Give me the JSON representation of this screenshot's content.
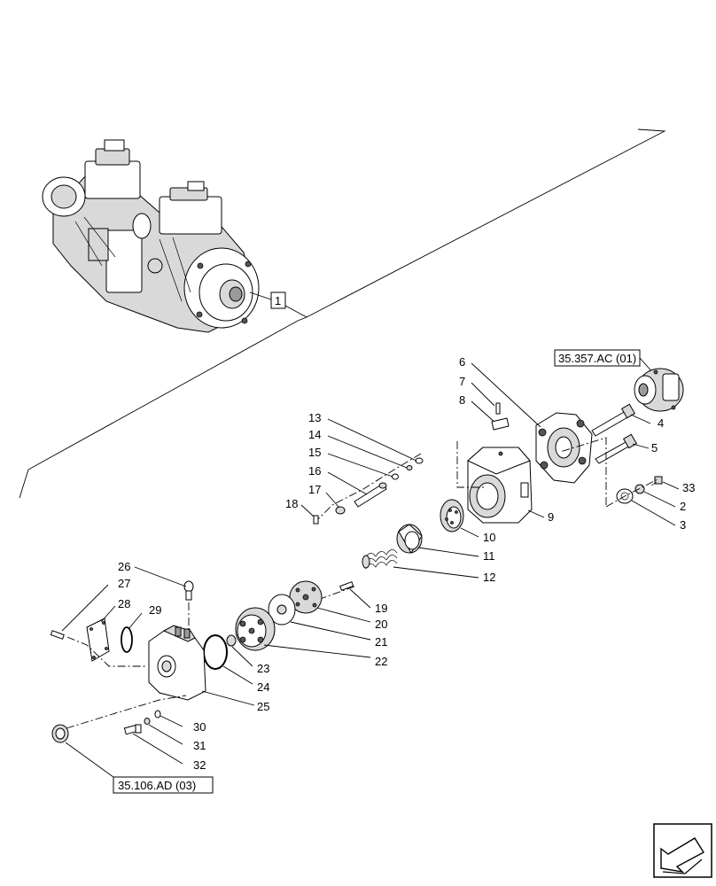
{
  "callouts": {
    "assembly": "1",
    "c2": "2",
    "c3": "3",
    "c4": "4",
    "c5": "5",
    "c6": "6",
    "c7": "7",
    "c8": "8",
    "c9": "9",
    "c10": "10",
    "c11": "11",
    "c12": "12",
    "c13": "13",
    "c14": "14",
    "c15": "15",
    "c16": "16",
    "c17": "17",
    "c18": "18",
    "c19": "19",
    "c20": "20",
    "c21": "21",
    "c22": "22",
    "c23": "23",
    "c24": "24",
    "c25": "25",
    "c26": "26",
    "c27": "27",
    "c28": "28",
    "c29": "29",
    "c30": "30",
    "c31": "31",
    "c32": "32",
    "c33": "33"
  },
  "references": {
    "top_ref": "35.357.AC (01)",
    "bottom_ref": "35.106.AD (03)"
  },
  "icons": {
    "nav": "arrow-icon"
  }
}
